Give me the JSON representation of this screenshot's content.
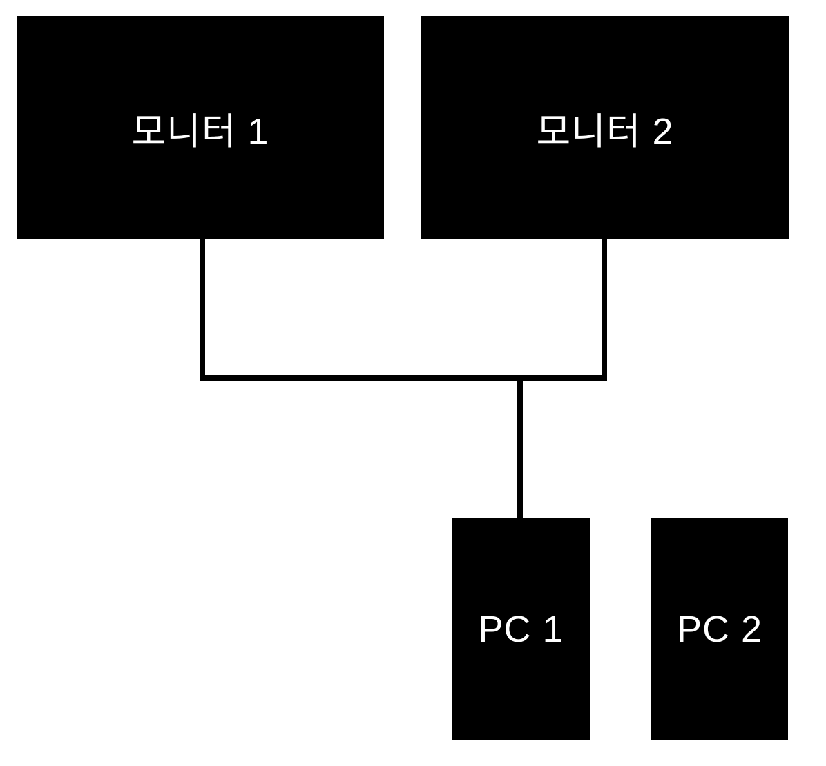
{
  "diagram": {
    "type": "connection-diagram",
    "background_color": "#ffffff",
    "node_fill_color": "#000000",
    "node_text_color": "#ffffff",
    "line_color": "#000000",
    "nodes": [
      {
        "id": "monitor1",
        "label": "모니터 1"
      },
      {
        "id": "monitor2",
        "label": "모니터 2"
      },
      {
        "id": "pc1",
        "label": "PC 1"
      },
      {
        "id": "pc2",
        "label": "PC 2"
      }
    ],
    "edges": [
      {
        "from": "monitor1",
        "to": "pc1"
      },
      {
        "from": "monitor2",
        "to": "pc1"
      }
    ]
  }
}
